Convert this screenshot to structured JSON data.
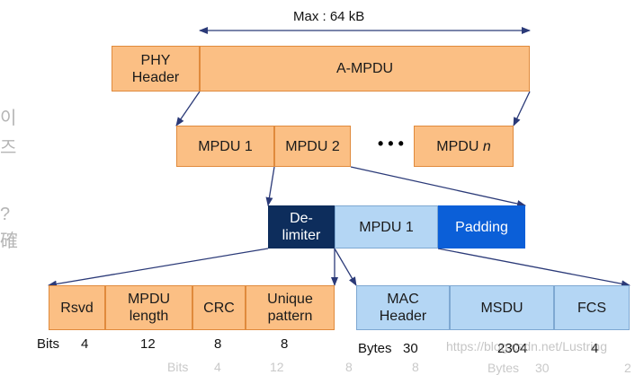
{
  "max_label": "Max : 64 kB",
  "row1": {
    "phy_header": "PHY\nHeader",
    "ampdu": "A-MPDU"
  },
  "row2": {
    "mpdu1": "MPDU 1",
    "mpdu2": "MPDU 2",
    "ellipsis": "• • •",
    "mpdun_prefix": "MPDU ",
    "mpdun_italic": "n"
  },
  "row3": {
    "delimiter": "De-\nlimiter",
    "mpdu1": "MPDU 1",
    "padding": "Padding"
  },
  "row4_left": {
    "fields": [
      "Rsvd",
      "MPDU\nlength",
      "CRC",
      "Unique\npattern"
    ],
    "unit": "Bits",
    "values": [
      "4",
      "12",
      "8",
      "8"
    ]
  },
  "row4_right": {
    "fields": [
      "MAC\nHeader",
      "MSDU",
      "FCS"
    ],
    "unit": "Bytes",
    "values": [
      "30",
      "2304",
      "4"
    ]
  },
  "watermark": "https://blog.csdn.net/Lustring",
  "faded_row": {
    "bits": "Bits",
    "values": [
      "4",
      "12",
      "8",
      "8"
    ],
    "bytes": "Bytes",
    "bytes_value": "30",
    "tail": "2"
  },
  "ghost_chars": [
    "이",
    "즈",
    "?",
    "確"
  ],
  "colors": {
    "orange": "#fbbf84",
    "light_blue": "#b4d6f4",
    "navy": "#0d2d5c",
    "royal_blue": "#0b5fd8",
    "line": "#2b3a78"
  }
}
